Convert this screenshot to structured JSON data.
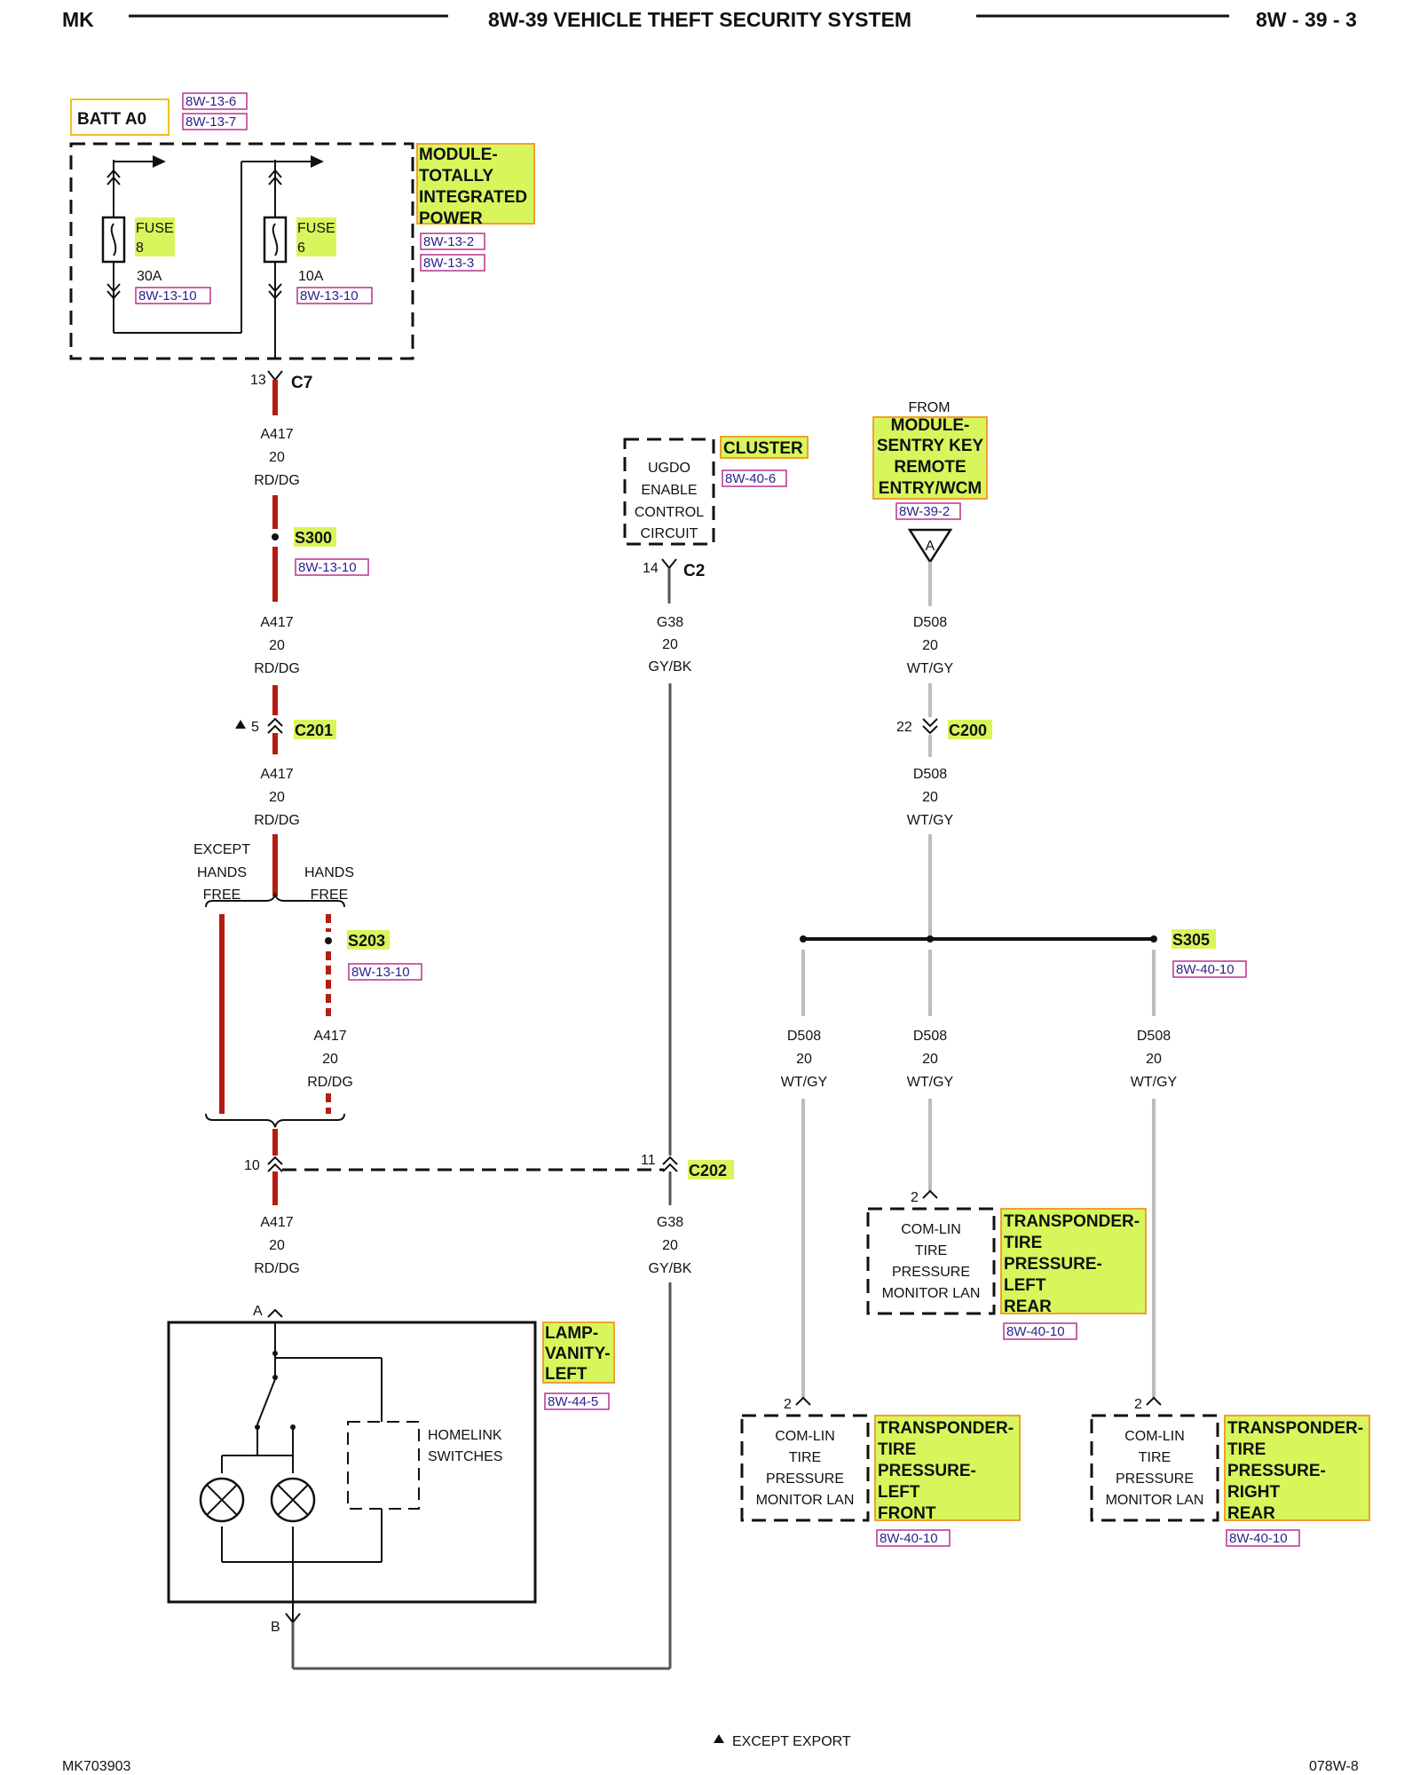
{
  "header": {
    "left": "MK",
    "title": "8W-39 VEHICLE THEFT SECURITY SYSTEM",
    "right": "8W - 39 - 3"
  },
  "footer": {
    "left": "MK703903",
    "right": "078W-8",
    "note": "EXCEPT EXPORT"
  },
  "power": {
    "batt": "BATT A0",
    "batt_refs": [
      "8W-13-6",
      "8W-13-7"
    ],
    "module_name": [
      "MODULE-",
      "TOTALLY",
      "INTEGRATED",
      "POWER"
    ],
    "module_refs": [
      "8W-13-2",
      "8W-13-3"
    ],
    "fuse1": {
      "label": "FUSE",
      "num": "8",
      "amp": "30A",
      "ref": "8W-13-10"
    },
    "fuse2": {
      "label": "FUSE",
      "num": "6",
      "amp": "10A",
      "ref": "8W-13-10"
    }
  },
  "left_circuit": {
    "c7": {
      "pin": "13",
      "name": "C7"
    },
    "wire1": [
      "A417",
      "20",
      "RD/DG"
    ],
    "s300": {
      "name": "S300",
      "ref": "8W-13-10"
    },
    "wire2": [
      "A417",
      "20",
      "RD/DG"
    ],
    "c201": {
      "pin": "5",
      "name": "C201"
    },
    "wire3": [
      "A417",
      "20",
      "RD/DG"
    ],
    "except_hands_free": [
      "EXCEPT",
      "HANDS",
      "FREE"
    ],
    "hands_free": [
      "HANDS",
      "FREE"
    ],
    "s203": {
      "name": "S203",
      "ref": "8W-13-10"
    },
    "wire4": [
      "A417",
      "20",
      "RD/DG"
    ],
    "c202_left_pin": "10",
    "wire5": [
      "A417",
      "20",
      "RD/DG"
    ],
    "pin_a": "A",
    "pin_b": "B",
    "lamp_name": [
      "LAMP-",
      "VANITY-",
      "LEFT"
    ],
    "lamp_ref": "8W-44-5",
    "homelink": [
      "HOMELINK",
      "SWITCHES"
    ]
  },
  "cluster": {
    "name": "CLUSTER",
    "ref": "8W-40-6",
    "circuit": [
      "UGDO",
      "ENABLE",
      "CONTROL",
      "CIRCUIT"
    ],
    "c2": {
      "pin": "14",
      "name": "C2"
    },
    "wire1": [
      "G38",
      "20",
      "GY/BK"
    ],
    "c202": {
      "pin": "11",
      "name": "C202"
    },
    "wire2": [
      "G38",
      "20",
      "GY/BK"
    ]
  },
  "sentry": {
    "from": "FROM",
    "name": [
      "MODULE-",
      "SENTRY KEY",
      "REMOTE",
      "ENTRY/WCM"
    ],
    "ref": "8W-39-2",
    "tri": "A",
    "wire1": [
      "D508",
      "20",
      "WT/GY"
    ],
    "c200": {
      "pin": "22",
      "name": "C200"
    },
    "wire2": [
      "D508",
      "20",
      "WT/GY"
    ],
    "s305": {
      "name": "S305",
      "ref": "8W-40-10"
    },
    "branch_left": [
      "D508",
      "20",
      "WT/GY"
    ],
    "branch_mid": [
      "D508",
      "20",
      "WT/GY"
    ],
    "branch_right": [
      "D508",
      "20",
      "WT/GY"
    ]
  },
  "transponders": {
    "box_text": [
      "COM-LIN",
      "TIRE",
      "PRESSURE",
      "MONITOR LAN"
    ],
    "pin": "2",
    "left_rear": {
      "name": [
        "TRANSPONDER-",
        "TIRE",
        "PRESSURE-",
        "LEFT",
        "REAR"
      ],
      "ref": "8W-40-10"
    },
    "left_front": {
      "name": [
        "TRANSPONDER-",
        "TIRE",
        "PRESSURE-",
        "LEFT",
        "FRONT"
      ],
      "ref": "8W-40-10"
    },
    "right_rear": {
      "name": [
        "TRANSPONDER-",
        "TIRE",
        "PRESSURE-",
        "RIGHT",
        "REAR"
      ],
      "ref": "8W-40-10"
    }
  },
  "colors": {
    "wire_red": "#b51c12",
    "wire_gray": "#bdbdbd",
    "highlight": "#d8f55c",
    "ref_border": "#b8308e"
  }
}
